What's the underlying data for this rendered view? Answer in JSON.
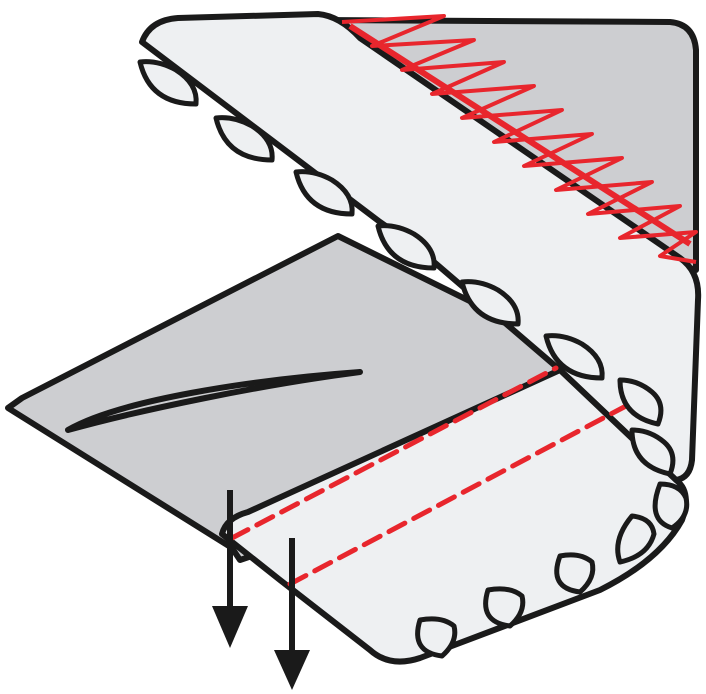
{
  "diagram": {
    "colors": {
      "outline": "#1a1a1a",
      "fabric_light": "#eef0f2",
      "fabric_grey": "#cdced1",
      "stitch_red": "#e8262d",
      "arrow": "#1a1a1a",
      "background": "#ffffff"
    },
    "parts": {
      "folded_flap": "folded-hem-flap",
      "underlayer": "fabric-underlayer",
      "bottom_fold": "bottom-folded-edge",
      "scallop_edge": "scalloped-edge",
      "zigzag_stitching": "zigzag-overlock-stitching",
      "straight_stitching": "straight-stitch-lines",
      "fold_arrows": "fold-direction-arrows"
    }
  }
}
